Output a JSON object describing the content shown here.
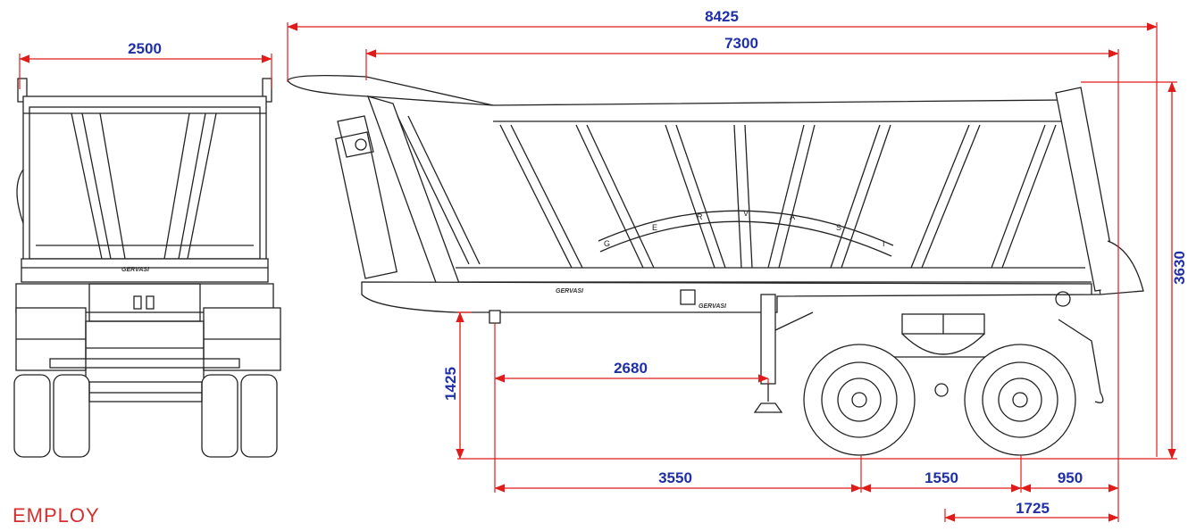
{
  "dimensions": {
    "overall_length": "8425",
    "body_length": "7300",
    "rear_width": "2500",
    "overall_height": "3630",
    "coupling_height": "1425",
    "kingpin_to_landing_leg": "2680",
    "kingpin_to_first_axle": "3550",
    "axle_spacing": "1550",
    "rear_overhang": "950",
    "axle_to_end": "1725"
  },
  "arc_letters": [
    "G",
    "E",
    "R",
    "V",
    "A",
    "S",
    "I"
  ],
  "brand_marks": [
    "GERVASI",
    "GERVASI",
    "GERVASI"
  ],
  "caption": "EMPLOY",
  "colors": {
    "dimension": "#1f2fa8",
    "arrow": "#e11a1a",
    "caption": "#d32f2f",
    "line": "#222222"
  }
}
